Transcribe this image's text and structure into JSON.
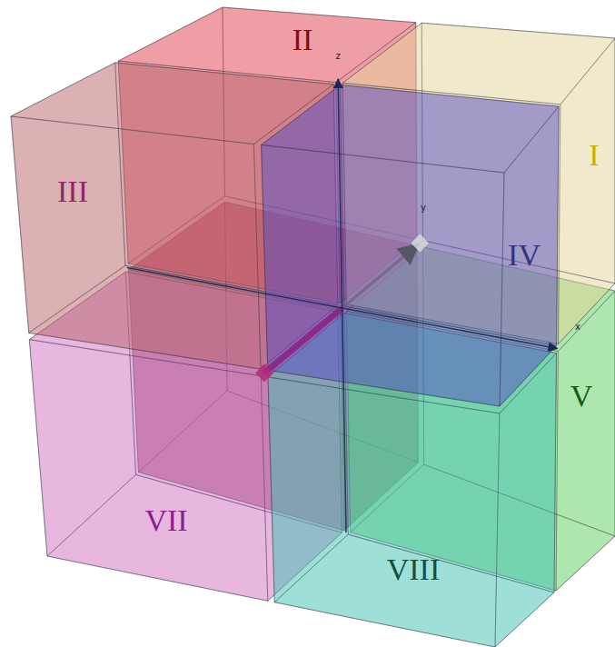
{
  "diagram": {
    "labels": [
      "II",
      "I",
      "III",
      "IV",
      "V",
      "VII",
      "VIII",
      "z",
      "y",
      "x"
    ]
  }
}
